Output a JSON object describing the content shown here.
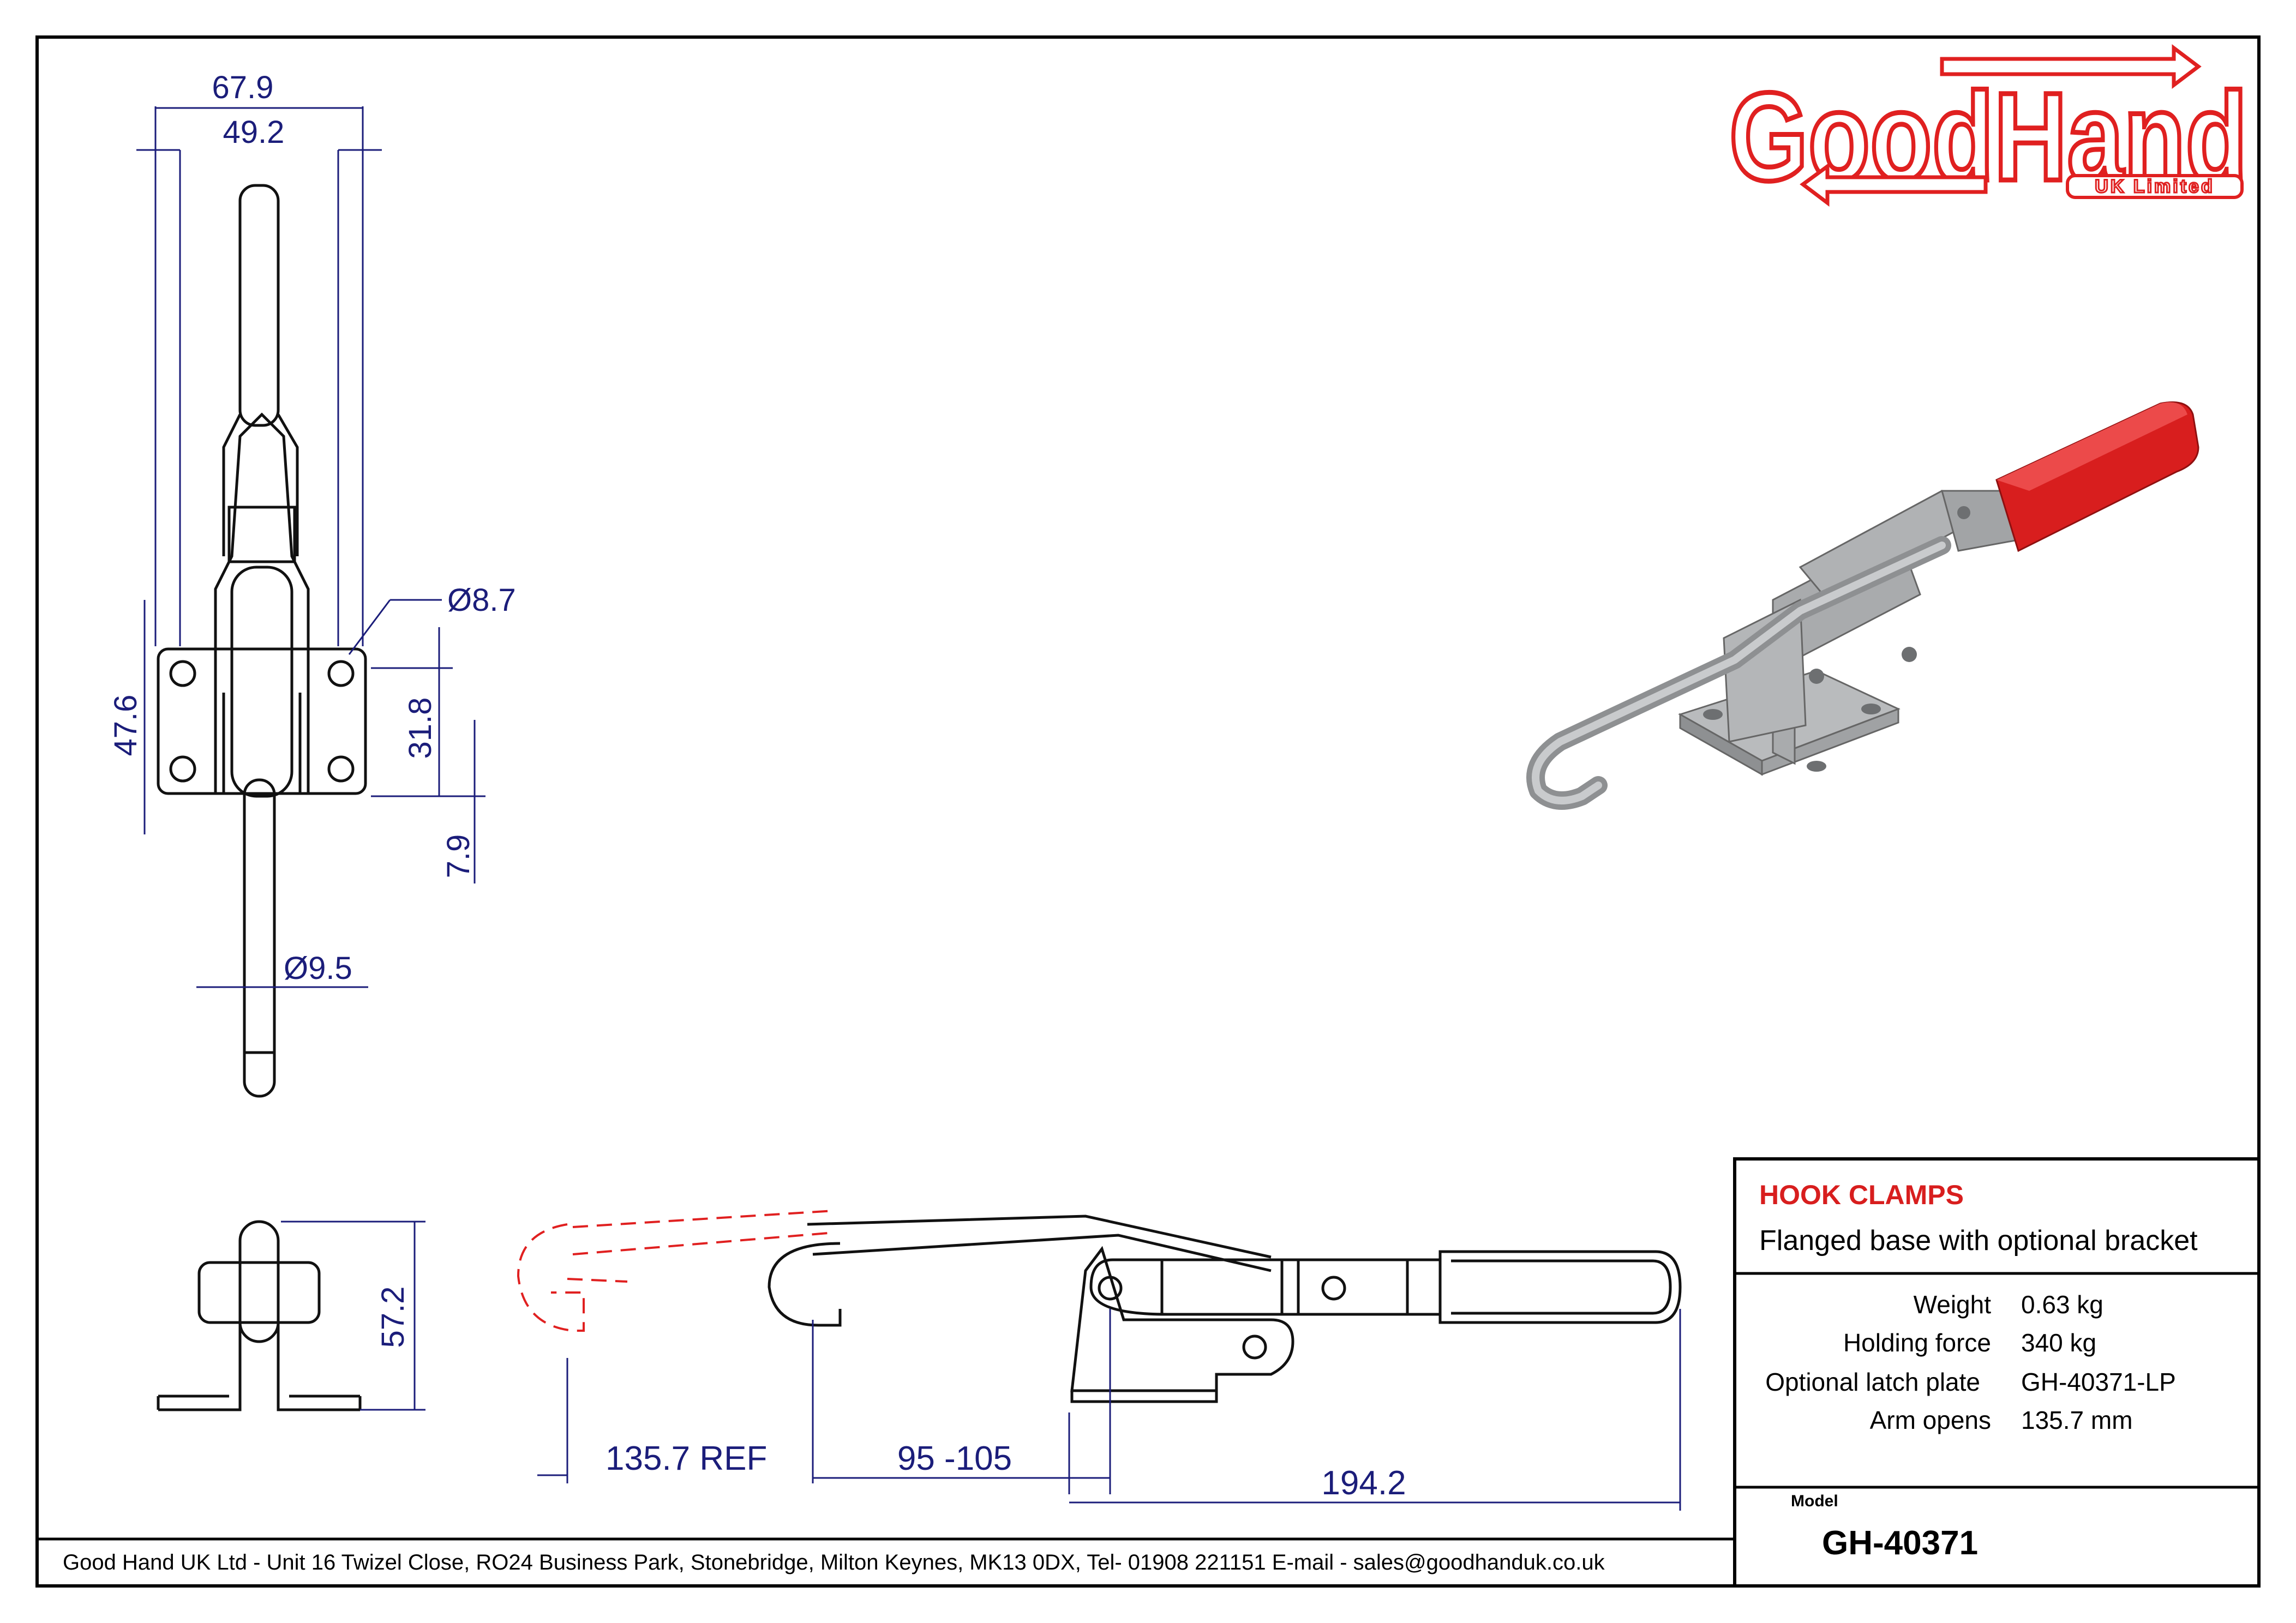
{
  "logo": {
    "brand_text": "GoodHand",
    "sub_text": "UK Limited",
    "color": "#e02020"
  },
  "dimensions": {
    "front_width_overall": "67.9",
    "front_width_holes": "49.2",
    "hole_diameter": "Ø8.7",
    "base_depth": "47.6",
    "hole_spacing": "31.8",
    "hole_offset": "7.9",
    "rod_diameter": "Ø9.5",
    "side_height": "57.2",
    "ref_reach": "135.7 REF",
    "hook_range": "95 -105",
    "body_length": "194.2"
  },
  "title_block": {
    "category": "HOOK CLAMPS",
    "category_color": "#d81e1e",
    "subtitle": "Flanged base with optional bracket",
    "specs": [
      {
        "label": "Weight",
        "value": "0.63 kg"
      },
      {
        "label": "Holding force",
        "value": "340 kg"
      },
      {
        "label": "Optional latch plate",
        "value": "GH-40371-LP"
      },
      {
        "label": "Arm opens",
        "value": "135.7 mm"
      }
    ],
    "model_label": "Model",
    "model_number": "GH-40371"
  },
  "footer": {
    "address": "Good Hand UK Ltd  - Unit 16 Twizel Close, RO24 Business Park, Stonebridge, Milton Keynes, MK13 0DX,  Tel- 01908 221151  E-mail - sales@goodhanduk.co.uk"
  },
  "colors": {
    "dimension_blue": "#1b1d7a",
    "handle_red": "#d81e1e",
    "steel_grey": "#a9abad"
  }
}
